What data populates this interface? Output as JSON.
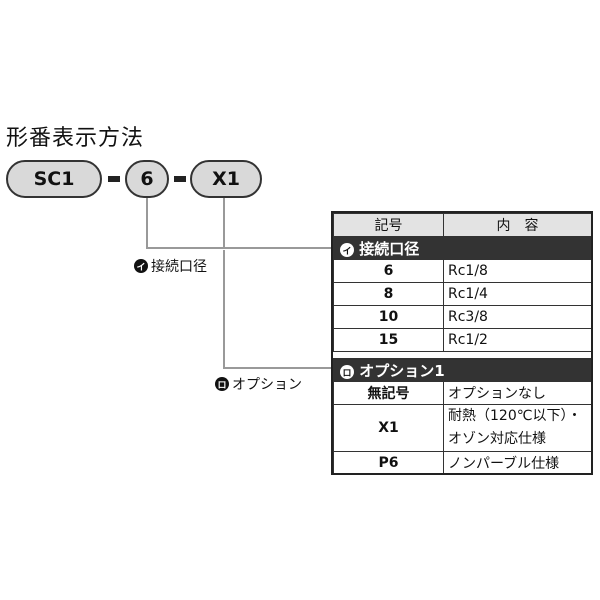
{
  "title": "形番表示方法",
  "model": {
    "series": "SC1",
    "port": "6",
    "option": "X1"
  },
  "legend": {
    "port": {
      "badge": "イ",
      "label": "接続口径"
    },
    "option": {
      "badge": "ロ",
      "label": "オプション"
    }
  },
  "table": {
    "headers": {
      "code": "記号",
      "content": "内　容"
    },
    "port_section": {
      "badge": "イ",
      "title": "接続口径",
      "rows": [
        {
          "code": "6",
          "value": "Rc1/8"
        },
        {
          "code": "8",
          "value": "Rc1/4"
        },
        {
          "code": "10",
          "value": "Rc3/8"
        },
        {
          "code": "15",
          "value": "Rc1/2"
        }
      ]
    },
    "option_section": {
      "badge": "ロ",
      "title": "オプション1",
      "rows": [
        {
          "code": "無記号",
          "value": "オプションなし"
        },
        {
          "code": "X1",
          "value1": "耐熱（120℃以下）・",
          "value2": "オゾン対応仕様"
        },
        {
          "code": "P6",
          "value": "ノンパーブル仕様"
        }
      ]
    }
  }
}
